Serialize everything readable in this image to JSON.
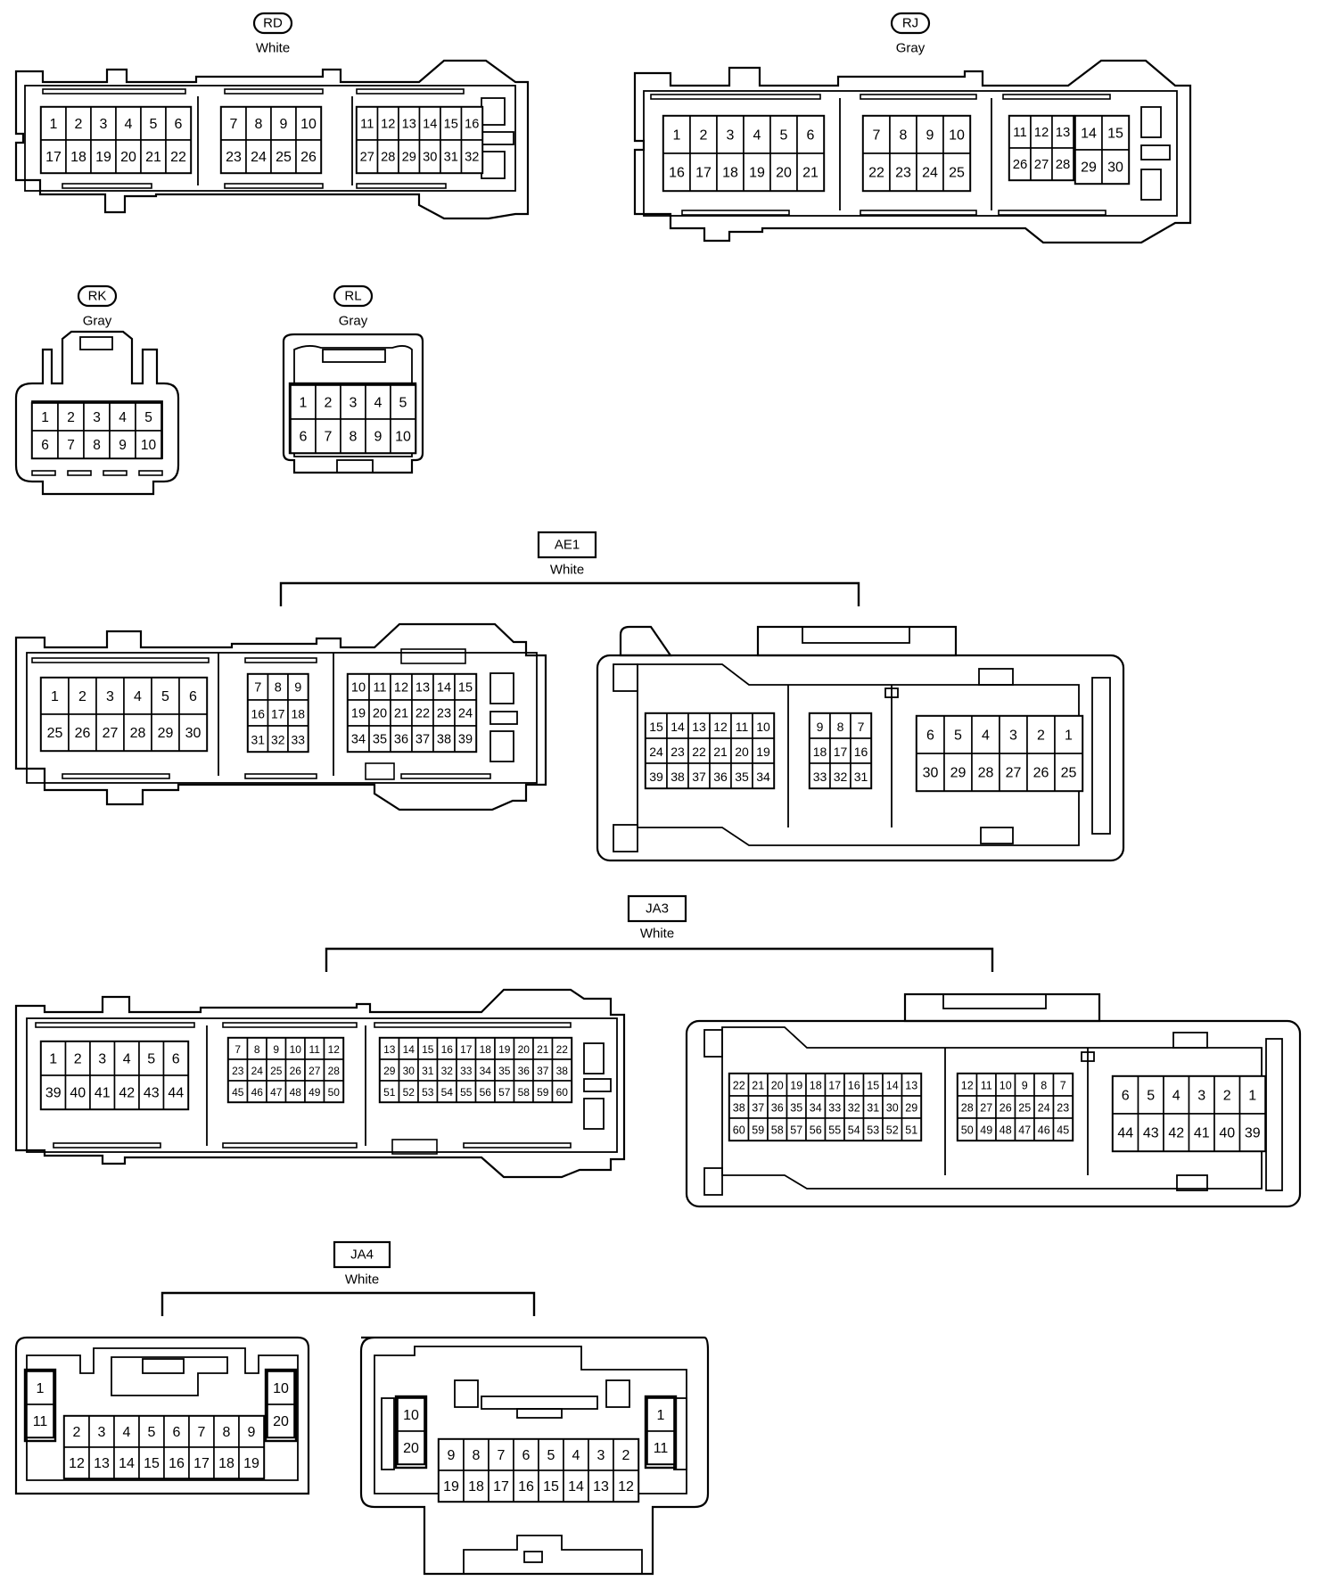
{
  "connectors": [
    {
      "id": "RD",
      "name": "rd",
      "color": "White",
      "badge": "oval",
      "groups": [
        {
          "cols": 6,
          "pins": [
            1,
            2,
            3,
            4,
            5,
            6,
            17,
            18,
            19,
            20,
            21,
            22
          ]
        },
        {
          "cols": 4,
          "pins": [
            7,
            8,
            9,
            10,
            23,
            24,
            25,
            26
          ]
        },
        {
          "cols": 6,
          "pins": [
            11,
            12,
            13,
            14,
            15,
            16,
            27,
            28,
            29,
            30,
            31,
            32
          ]
        }
      ]
    },
    {
      "id": "RJ",
      "name": "rj",
      "color": "Gray",
      "badge": "oval",
      "groups": [
        {
          "cols": 6,
          "pins": [
            1,
            2,
            3,
            4,
            5,
            6,
            16,
            17,
            18,
            19,
            20,
            21
          ]
        },
        {
          "cols": 4,
          "pins": [
            7,
            8,
            9,
            10,
            22,
            23,
            24,
            25
          ]
        },
        {
          "cols": 3,
          "pins": [
            11,
            12,
            13,
            26,
            27,
            28
          ]
        },
        {
          "cols": 2,
          "pins": [
            14,
            15,
            29,
            30
          ]
        }
      ]
    },
    {
      "id": "RK",
      "name": "rk",
      "color": "Gray",
      "badge": "oval",
      "groups": [
        {
          "cols": 5,
          "pins": [
            1,
            2,
            3,
            4,
            5,
            6,
            7,
            8,
            9,
            10
          ]
        }
      ]
    },
    {
      "id": "RL",
      "name": "rl",
      "color": "Gray",
      "badge": "oval",
      "groups": [
        {
          "cols": 5,
          "pins": [
            1,
            2,
            3,
            4,
            5,
            6,
            7,
            8,
            9,
            10
          ]
        }
      ]
    },
    {
      "id": "AE1",
      "name": "ae1",
      "color": "White",
      "badge": "box",
      "groups": [
        {
          "cols": 6,
          "pins": [
            1,
            2,
            3,
            4,
            5,
            6,
            25,
            26,
            27,
            28,
            29,
            30
          ]
        },
        {
          "cols": 3,
          "pins": [
            7,
            8,
            9,
            16,
            17,
            18,
            31,
            32,
            33
          ]
        },
        {
          "cols": 6,
          "pins": [
            10,
            11,
            12,
            13,
            14,
            15,
            19,
            20,
            21,
            22,
            23,
            24,
            34,
            35,
            36,
            37,
            38,
            39
          ]
        },
        {
          "cols": 6,
          "pins": [
            15,
            14,
            13,
            12,
            11,
            10,
            24,
            23,
            22,
            21,
            20,
            19,
            39,
            38,
            37,
            36,
            35,
            34
          ]
        },
        {
          "cols": 3,
          "pins": [
            9,
            8,
            7,
            18,
            17,
            16,
            33,
            32,
            31
          ]
        },
        {
          "cols": 6,
          "pins": [
            6,
            5,
            4,
            3,
            2,
            1,
            30,
            29,
            28,
            27,
            26,
            25
          ]
        }
      ]
    },
    {
      "id": "JA3",
      "name": "ja3",
      "color": "White",
      "badge": "box",
      "groups": [
        {
          "cols": 6,
          "pins": [
            1,
            2,
            3,
            4,
            5,
            6,
            39,
            40,
            41,
            42,
            43,
            44
          ]
        },
        {
          "cols": 6,
          "pins": [
            7,
            8,
            9,
            10,
            11,
            12,
            23,
            24,
            25,
            26,
            27,
            28,
            45,
            46,
            47,
            48,
            49,
            50
          ]
        },
        {
          "cols": 10,
          "pins": [
            13,
            14,
            15,
            16,
            17,
            18,
            19,
            20,
            21,
            22,
            29,
            30,
            31,
            32,
            33,
            34,
            35,
            36,
            37,
            38,
            51,
            52,
            53,
            54,
            55,
            56,
            57,
            58,
            59,
            60
          ]
        },
        {
          "cols": 10,
          "pins": [
            22,
            21,
            20,
            19,
            18,
            17,
            16,
            15,
            14,
            13,
            38,
            37,
            36,
            35,
            34,
            33,
            32,
            31,
            30,
            29,
            60,
            59,
            58,
            57,
            56,
            55,
            54,
            53,
            52,
            51
          ]
        },
        {
          "cols": 6,
          "pins": [
            12,
            11,
            10,
            9,
            8,
            7,
            28,
            27,
            26,
            25,
            24,
            23,
            50,
            49,
            48,
            47,
            46,
            45
          ]
        },
        {
          "cols": 6,
          "pins": [
            6,
            5,
            4,
            3,
            2,
            1,
            44,
            43,
            42,
            41,
            40,
            39
          ]
        }
      ]
    },
    {
      "id": "JA4",
      "name": "ja4",
      "color": "White",
      "badge": "box",
      "groups": [
        {
          "cols": 1,
          "pins": [
            1,
            11
          ]
        },
        {
          "cols": 8,
          "pins": [
            2,
            3,
            4,
            5,
            6,
            7,
            8,
            9,
            12,
            13,
            14,
            15,
            16,
            17,
            18,
            19
          ]
        },
        {
          "cols": 1,
          "pins": [
            10,
            20
          ]
        },
        {
          "cols": 1,
          "pins": [
            10,
            20
          ]
        },
        {
          "cols": 8,
          "pins": [
            9,
            8,
            7,
            6,
            5,
            4,
            3,
            2,
            19,
            18,
            17,
            16,
            15,
            14,
            13,
            12
          ]
        },
        {
          "cols": 1,
          "pins": [
            1,
            11
          ]
        }
      ]
    }
  ]
}
